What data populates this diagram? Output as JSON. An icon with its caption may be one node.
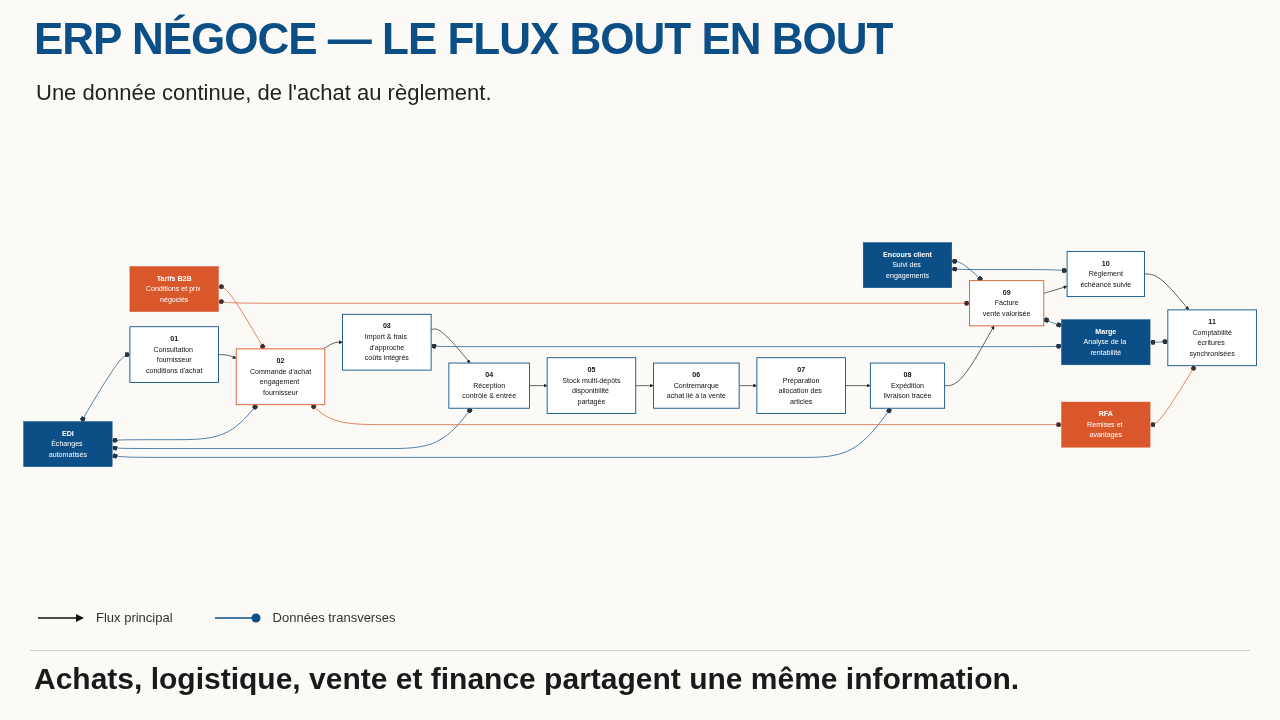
{
  "diagram": {
    "title": "ERP NÉGOCE — LE FLUX BOUT EN BOUT",
    "caption": "Achats, logistique, vente et finance partagent une même information.",
    "nodes": [
      {
        "text": [
          "EDI",
          "Échanges automatisés"
        ]
      },
      {
        "text": [
          "Tarifs B2B",
          "Conditions et prix négociés"
        ]
      },
      {
        "text": [
          "Encours client",
          "Suivi des engagements"
        ]
      },
      {
        "text": [
          "01",
          "Consultation fournisseur",
          "conditions d'achat"
        ]
      },
      {
        "text": [
          "02",
          "Commande d'achat",
          "engagement fournisseur"
        ]
      },
      {
        "text": [
          "03",
          "Import & frais d'approche",
          "coûts intégrés"
        ]
      },
      {
        "text": [
          "04",
          "Réception",
          "contrôle & entrée"
        ]
      },
      {
        "text": [
          "05",
          "Stock multi-dépôts",
          "disponibilité partagée"
        ]
      },
      {
        "text": [
          "06",
          "Contremarque",
          "achat lié à la vente"
        ]
      },
      {
        "text": [
          "07",
          "Préparation",
          "allocation des articles"
        ]
      },
      {
        "text": [
          "08",
          "Expédition",
          "livraison tracée"
        ]
      },
      {
        "text": [
          "09",
          "Facture",
          "vente valorisée"
        ]
      },
      {
        "text": [
          "10",
          "Règlement",
          "échéance suivie"
        ]
      },
      {
        "text": [
          "11",
          "Comptabilité",
          "écritures synchronisées"
        ]
      },
      {
        "text": [
          "RFA",
          "Remises et avantages"
        ]
      },
      {
        "text": [
          "Marge",
          "Analyse de la rentabilité"
        ]
      }
    ],
    "edges": [
      {
        "from": 3,
        "to": 4,
        "arrow": "to"
      },
      {
        "from": 4,
        "to": 5,
        "arrow": "to"
      },
      {
        "from": 5,
        "to": 6,
        "arrow": "to"
      },
      {
        "from": 6,
        "to": 7,
        "arrow": "to"
      },
      {
        "from": 7,
        "to": 8,
        "arrow": "to"
      },
      {
        "from": 8,
        "to": 9,
        "arrow": "to"
      },
      {
        "from": 9,
        "to": 10,
        "arrow": "to"
      },
      {
        "from": 10,
        "to": 11,
        "arrow": "to"
      },
      {
        "from": 11,
        "to": 12,
        "arrow": "to"
      },
      {
        "from": 12,
        "to": 13,
        "arrow": "to"
      },
      {
        "from": 0,
        "to": 3,
        "arrow": "other",
        "color": "#0b4f86"
      },
      {
        "from": 0,
        "to": 4,
        "arrow": "other",
        "color": "#0b4f86"
      },
      {
        "from": 0,
        "to": 6,
        "arrow": "other",
        "color": "#0b4f86"
      },
      {
        "from": 0,
        "to": 10,
        "arrow": "other",
        "color": "#0b4f86"
      },
      {
        "from": 1,
        "to": 4,
        "arrow": "other",
        "color": "#d9572b"
      },
      {
        "from": 1,
        "to": 11,
        "arrow": "other",
        "color": "#d9572b"
      },
      {
        "from": 2,
        "to": 11,
        "arrow": "other",
        "color": "#0b4f86"
      },
      {
        "from": 2,
        "to": 12,
        "arrow": "other",
        "color": "#0b4f86"
      },
      {
        "from": 4,
        "to": 14,
        "arrow": "other",
        "color": "#d9572b"
      },
      {
        "from": 14,
        "to": 13,
        "arrow": "other",
        "color": "#d9572b"
      },
      {
        "from": 5,
        "to": 15,
        "arrow": "other",
        "color": "#0b4f86"
      },
      {
        "from": 11,
        "to": 15,
        "arrow": "other",
        "color": "#0b4f86"
      },
      {
        "from": 15,
        "to": 13,
        "arrow": "other",
        "color": "#0b4f86"
      }
    ],
    "labels": [
      "Une donnée continue, de l'achat au règlement."
    ],
    "legend": [
      {
        "text": "Flux principal"
      },
      {
        "text": "Données transverses"
      }
    ]
  }
}
